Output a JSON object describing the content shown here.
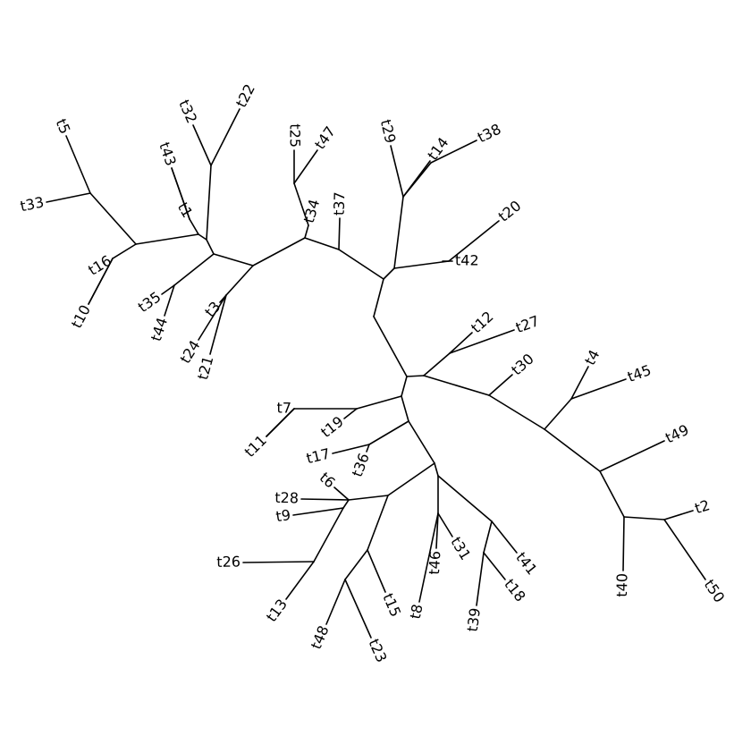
{
  "diagram": {
    "type": "unrooted phylogenetic tree",
    "line_color": "#000000",
    "tips": [
      "t1",
      "t2",
      "t3",
      "t4",
      "t5",
      "t6",
      "t7",
      "t8",
      "t9",
      "t10",
      "t11",
      "t12",
      "t13",
      "t14",
      "t15",
      "t16",
      "t17",
      "t18",
      "t19",
      "t20",
      "t21",
      "t22",
      "t23",
      "t24",
      "t25",
      "t26",
      "t27",
      "t28",
      "t29",
      "t30",
      "t31",
      "t32",
      "t33",
      "t34",
      "t35",
      "t36",
      "t37",
      "t38",
      "t39",
      "t40",
      "t41",
      "t42",
      "t43",
      "t44",
      "t45",
      "t46",
      "t47",
      "t48",
      "t49",
      "t50"
    ]
  }
}
